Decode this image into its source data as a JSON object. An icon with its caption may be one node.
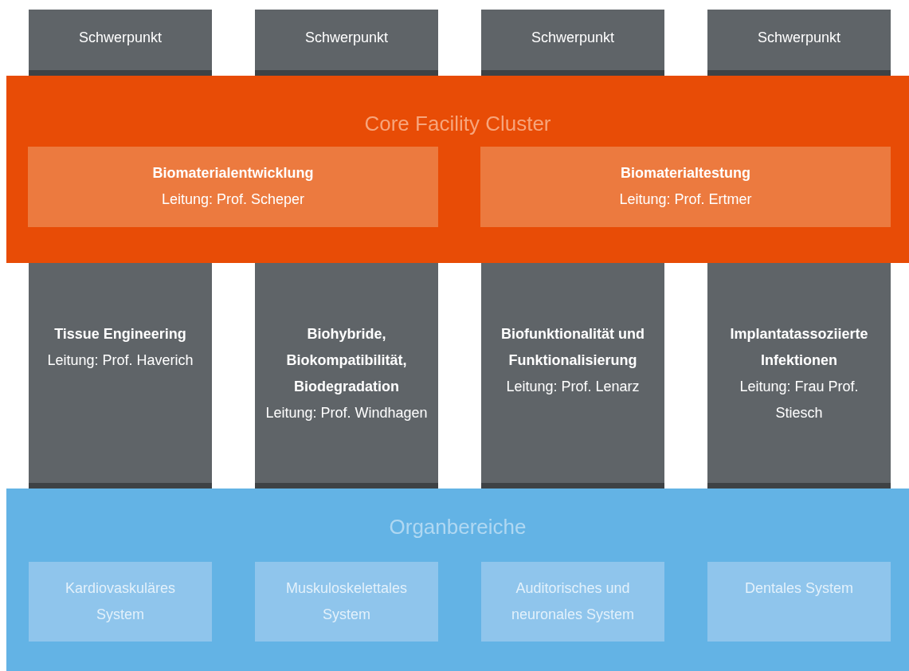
{
  "diagram": {
    "nodes": [
      {
        "text": [
          "Schwerpunkt"
        ]
      },
      {
        "text": [
          "Schwerpunkt"
        ]
      },
      {
        "text": [
          "Schwerpunkt"
        ]
      },
      {
        "text": [
          "Schwerpunkt"
        ]
      },
      {
        "text": [
          "Core Facility Cluster"
        ]
      },
      {
        "text": [
          "Biomaterialentwicklung",
          "Leitung: Prof. Scheper"
        ],
        "in": 4
      },
      {
        "text": [
          "Biomaterialtestung",
          "Leitung: Prof. Ertmer"
        ],
        "in": 4
      },
      {
        "text": [
          "Tissue Engineering",
          "Leitung: Prof. Haverich"
        ]
      },
      {
        "text": [
          "Biohybride, Biokompatibilität, Biodegradation",
          "Leitung: Prof. Windhagen"
        ]
      },
      {
        "text": [
          "Biofunktionalität und Funktionalisierung",
          "Leitung: Prof. Lenarz"
        ]
      },
      {
        "text": [
          "Implantatassoziierte Infektionen",
          "Leitung: Frau Prof. Stiesch"
        ]
      },
      {
        "text": [
          "Organbereiche"
        ]
      },
      {
        "text": [
          "Kardiovaskuläres System"
        ],
        "in": 11
      },
      {
        "text": [
          "Muskuloskelettales System"
        ],
        "in": 11
      },
      {
        "text": [
          "Auditorisches und neuronales System"
        ],
        "in": 11
      },
      {
        "text": [
          "Dentales System"
        ],
        "in": 11
      }
    ],
    "edges": []
  }
}
